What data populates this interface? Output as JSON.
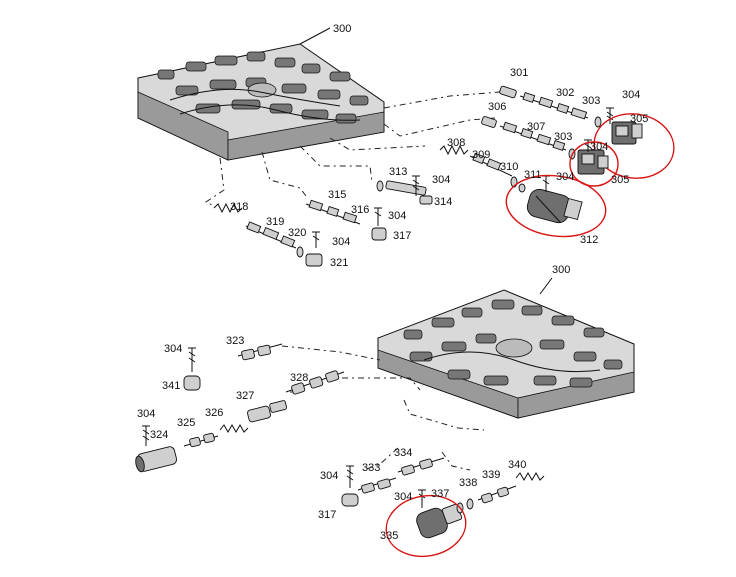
{
  "colors": {
    "ink": "#111111",
    "annotation": "#d81414",
    "plate_fill": "#d9d9d9"
  },
  "labels": {
    "l300a": "300",
    "l301": "301",
    "l302": "302",
    "l303a": "303",
    "l304a": "304",
    "l305a": "305",
    "l306": "306",
    "l307": "307",
    "l303b": "303",
    "l304b": "304",
    "l308": "308",
    "l309": "309",
    "l310": "310",
    "l313": "313",
    "l304c": "304",
    "l311": "311",
    "l304d": "304",
    "l305b": "305",
    "l314": "314",
    "l315": "315",
    "l318": "318",
    "l316": "316",
    "l304e": "304",
    "l319": "319",
    "l317a": "317",
    "l312": "312",
    "l320": "320",
    "l304f": "304",
    "l321": "321",
    "l300b": "300",
    "l323": "323",
    "l304g": "304",
    "l328": "328",
    "l341": "341",
    "l327": "327",
    "l304h": "304",
    "l326": "326",
    "l325": "325",
    "l324": "324",
    "l334": "334",
    "l340": "340",
    "l304i": "304",
    "l333": "333",
    "l339": "339",
    "l338": "338",
    "l304j": "304",
    "l337": "337",
    "l317b": "317",
    "l335": "335"
  }
}
